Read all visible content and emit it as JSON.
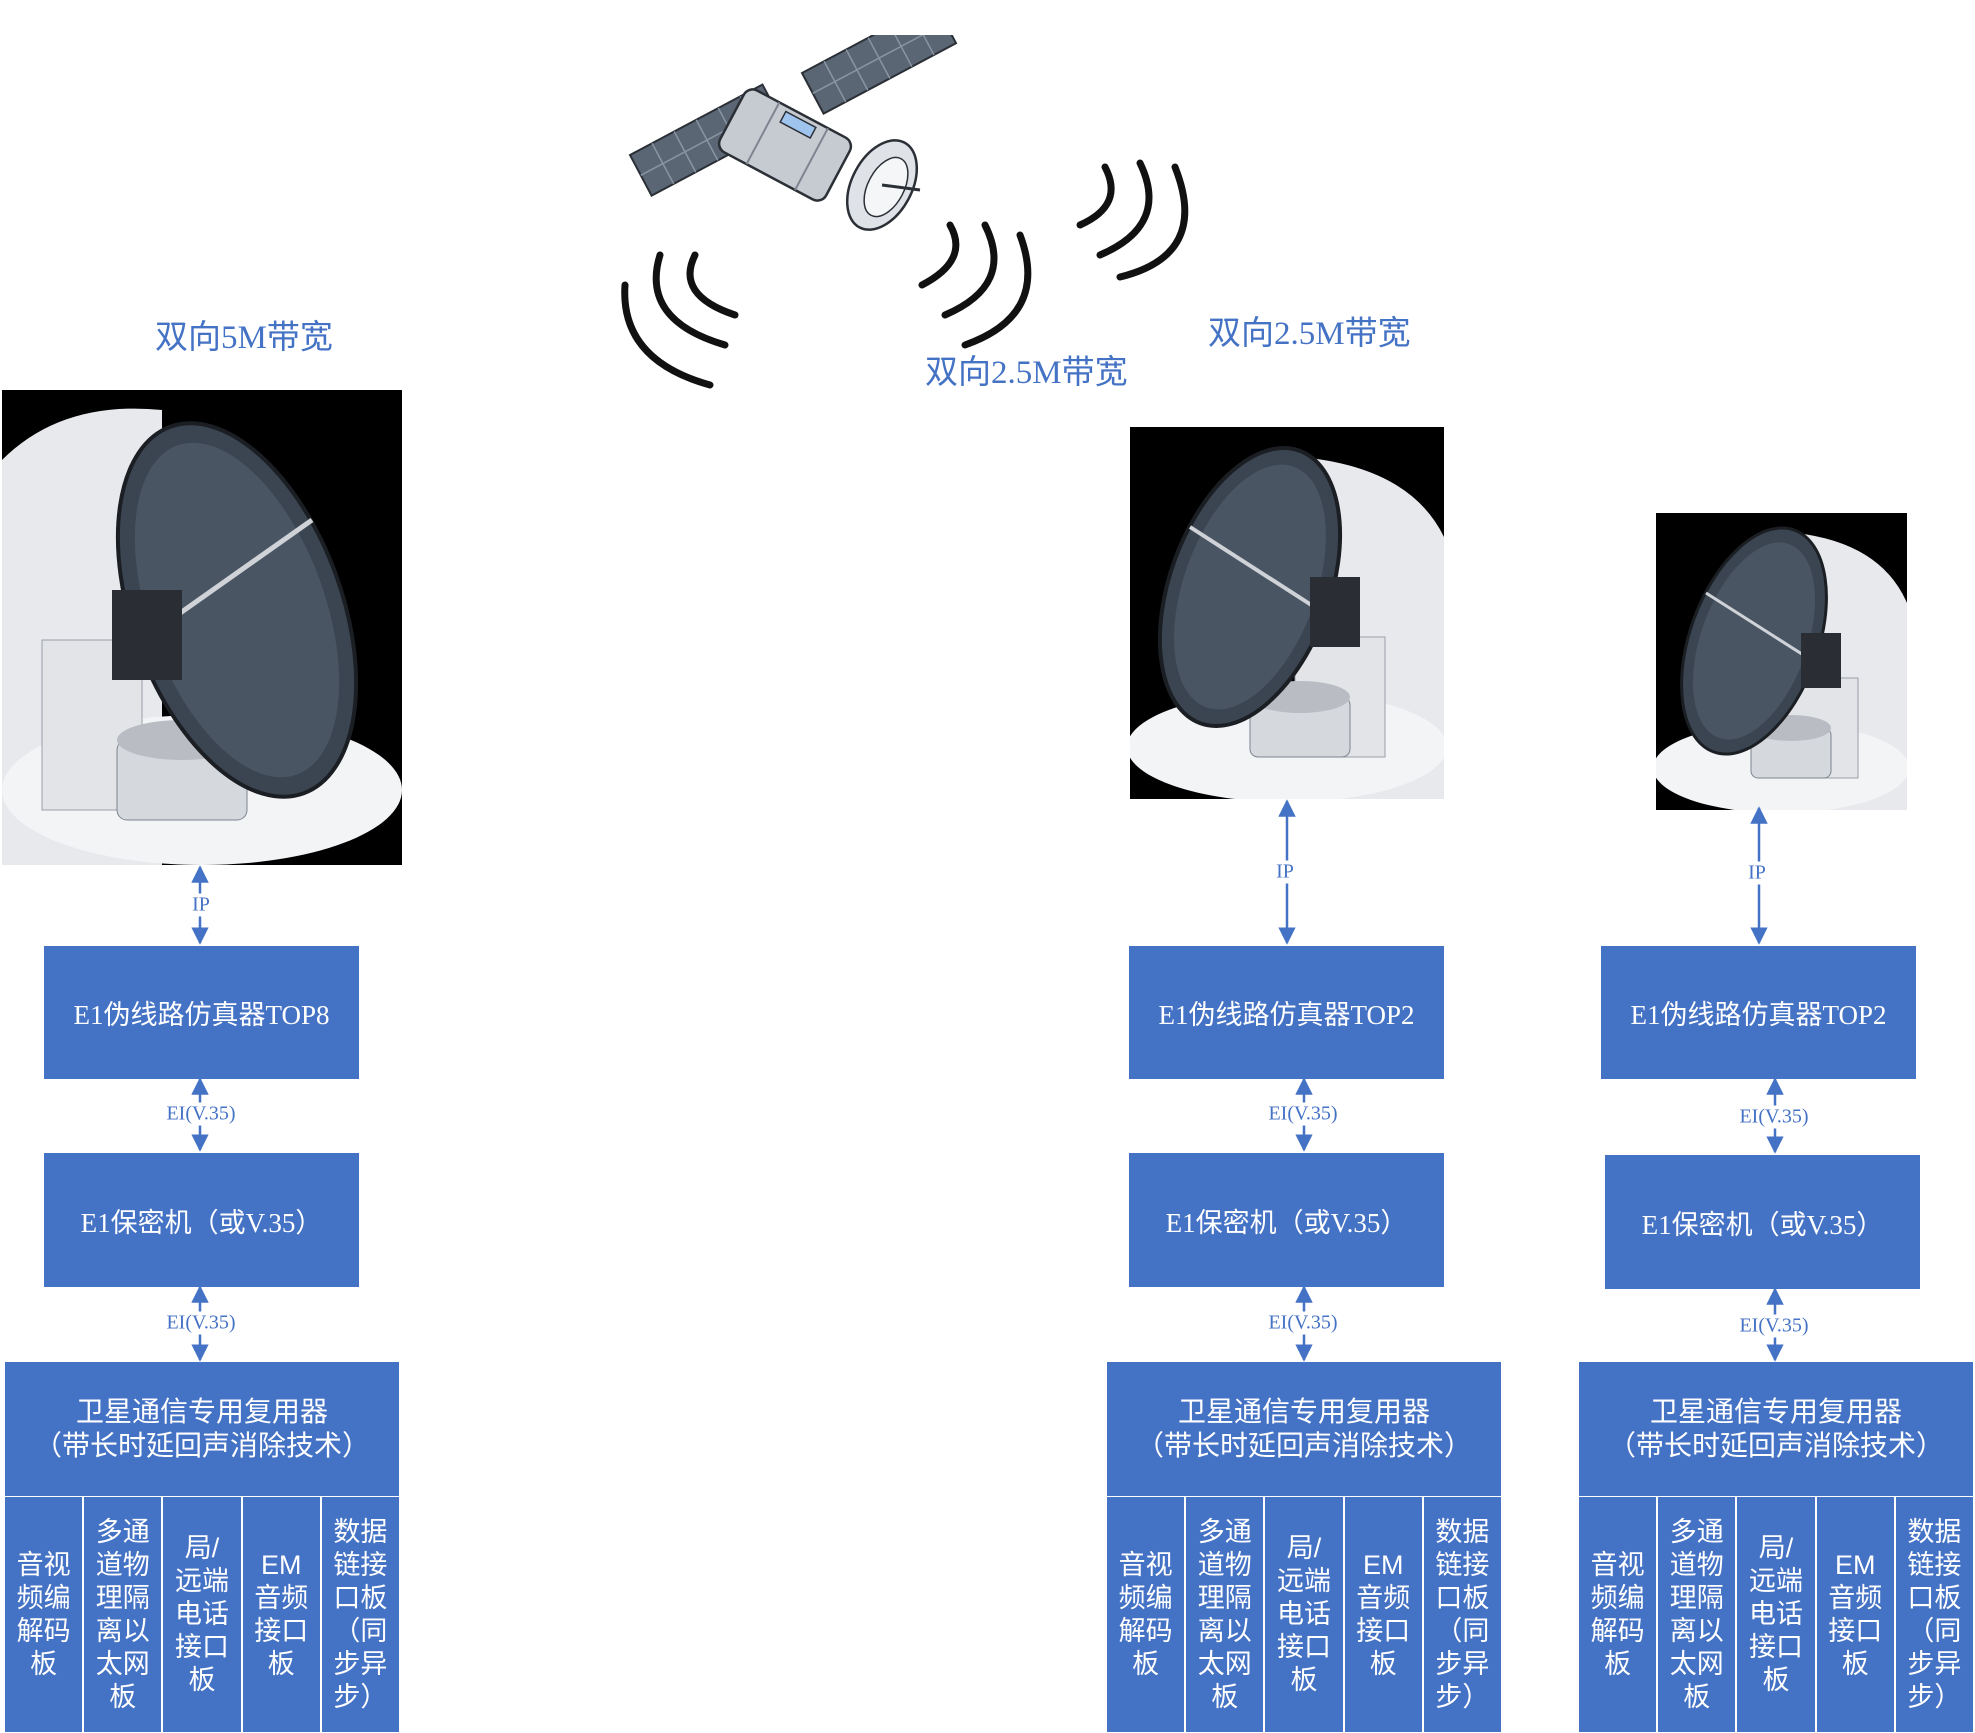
{
  "colors": {
    "accent": "#4472c4",
    "label_text": "#4472c4",
    "box_fill": "#4472c4",
    "box_text": "#ffffff",
    "photo_bg": "#000000"
  },
  "satellite": {
    "icon": "satellite-icon"
  },
  "bandwidth_labels": {
    "left": "双向5M带宽",
    "middle": "双向2.5M带宽",
    "right": "双向2.5M带宽"
  },
  "stations": [
    {
      "id": "station-1",
      "antenna_icon": "satellite-dish-antenna",
      "ip_label": "IP",
      "emulator": "E1伪线路仿真器TOP8",
      "link1_label": "EI(V.35)",
      "encryptor": "E1保密机（或V.35）",
      "link2_label": "EI(V.35)",
      "mux": {
        "title_line1": "卫星通信专用复用器",
        "title_line2": "（带长时延回声消除技术）",
        "cards": [
          "音视频编解码板",
          "多通道物理隔离以太网板",
          "局/远端电话接口板",
          "EM音频接口板",
          "数据链接口板（同步异步）"
        ]
      }
    },
    {
      "id": "station-2",
      "antenna_icon": "satellite-dish-antenna",
      "ip_label": "IP",
      "emulator": "E1伪线路仿真器TOP2",
      "link1_label": "EI(V.35)",
      "encryptor": "E1保密机（或V.35）",
      "link2_label": "EI(V.35)",
      "mux": {
        "title_line1": "卫星通信专用复用器",
        "title_line2": "（带长时延回声消除技术）",
        "cards": [
          "音视频编解码板",
          "多通道物理隔离以太网板",
          "局/远端电话接口板",
          "EM音频接口板",
          "数据链接口板（同步异步）"
        ]
      }
    },
    {
      "id": "station-3",
      "antenna_icon": "satellite-dish-antenna",
      "ip_label": "IP",
      "emulator": "E1伪线路仿真器TOP2",
      "link1_label": "EI(V.35)",
      "encryptor": "E1保密机（或V.35）",
      "link2_label": "EI(V.35)",
      "mux": {
        "title_line1": "卫星通信专用复用器",
        "title_line2": "（带长时延回声消除技术）",
        "cards": [
          "音视频编解码板",
          "多通道物理隔离以太网板",
          "局/远端电话接口板",
          "EM音频接口板",
          "数据链接口板（同步异步）"
        ]
      }
    }
  ]
}
